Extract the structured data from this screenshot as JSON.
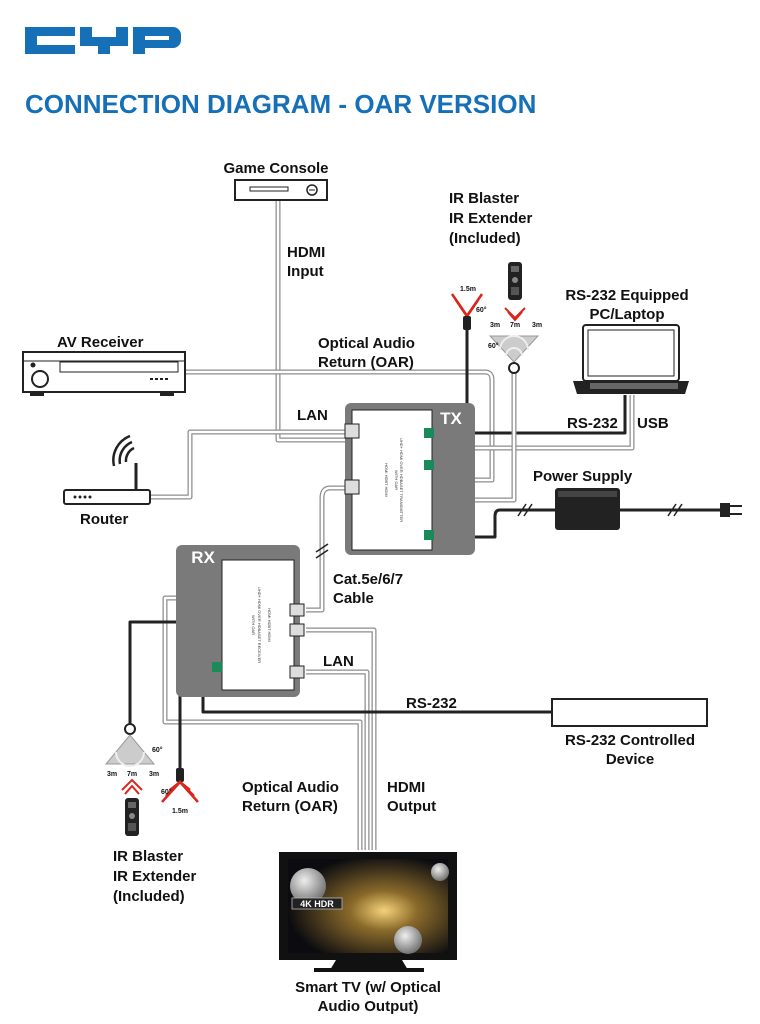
{
  "brand": {
    "logo_text": "CYP",
    "color": "#1570b8"
  },
  "title": "CONNECTION DIAGRAM - OAR VERSION",
  "colors": {
    "title": "#1570b8",
    "module_bg": "#7a7a7a",
    "cable_gray": "#8c8c8c",
    "cable_dark": "#222222",
    "ir_red": "#d9271d"
  },
  "devices": {
    "game_console": "Game Console",
    "av_receiver": "AV Receiver",
    "router": "Router",
    "pc_laptop": [
      "RS-232 Equipped",
      "PC/Laptop"
    ],
    "power_supply": "Power Supply",
    "rs232_device": [
      "RS-232 Controlled",
      "Device"
    ],
    "smart_tv": [
      "Smart TV (w/ Optical",
      "Audio Output)"
    ],
    "tv_badge": "4K HDR"
  },
  "modules": {
    "tx": "TX",
    "rx": "RX",
    "tx_text": [
      "UHD+ HDMI OVER HDBASET TRANSMITTER",
      "WITH OAR",
      "HDMI HDBT HDMI"
    ],
    "rx_text": [
      "HDMI HDBT HDMI",
      "UHD+ HDMI OVER HDBASET RECEIVER",
      "WITH OAR"
    ]
  },
  "labels": {
    "hdmi_input": [
      "HDMI",
      "Input"
    ],
    "oar_top": [
      "Optical Audio",
      "Return (OAR)"
    ],
    "lan_top": "LAN",
    "rs232_top": "RS-232",
    "usb": "USB",
    "cat_cable": [
      "Cat.5e/6/7",
      "Cable"
    ],
    "lan_rx": "LAN",
    "rs232_rx": "RS-232",
    "oar_bottom": [
      "Optical Audio",
      "Return (OAR)"
    ],
    "hdmi_output": [
      "HDMI",
      "Output"
    ]
  },
  "ir_top": {
    "title": [
      "IR Blaster",
      "IR Extender",
      "(Included)"
    ],
    "blaster_dist": "1.5m",
    "blaster_angle": "60°",
    "ext_left": "3m",
    "ext_mid": "7m",
    "ext_right": "3m",
    "ext_angle": "60°"
  },
  "ir_bottom": {
    "title": [
      "IR Blaster",
      "IR Extender",
      "(Included)"
    ],
    "ext_angle": "60°",
    "ext_left": "3m",
    "ext_mid": "7m",
    "ext_right": "3m",
    "blaster_angle": "60°",
    "blaster_dist": "1.5m"
  }
}
